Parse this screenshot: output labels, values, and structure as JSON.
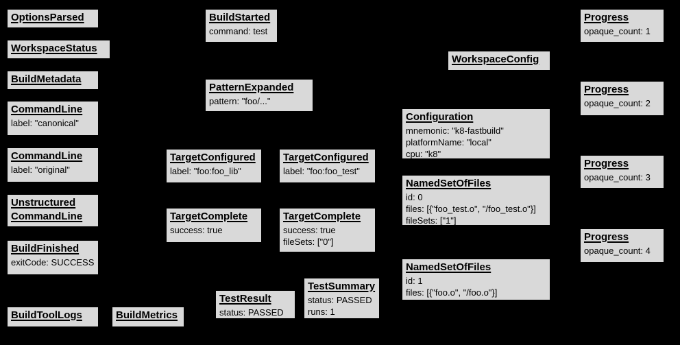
{
  "colors": {
    "page_background": "#000000",
    "box_fill": "#d9d9d9",
    "box_border": "#000000",
    "text": "#000000"
  },
  "nodes": [
    {
      "title": "OptionsParsed",
      "body": ""
    },
    {
      "title": "WorkspaceStatus",
      "body": ""
    },
    {
      "title": "BuildMetadata",
      "body": ""
    },
    {
      "title": "CommandLine",
      "body": "label: \"canonical\""
    },
    {
      "title": "CommandLine",
      "body": "label: \"original\""
    },
    {
      "title": "Unstructured\nCommandLine",
      "body": ""
    },
    {
      "title": "BuildFinished",
      "body": "exitCode: SUCCESS"
    },
    {
      "title": "BuildToolLogs",
      "body": ""
    },
    {
      "title": "BuildMetrics",
      "body": ""
    },
    {
      "title": "BuildStarted",
      "body": "command: test"
    },
    {
      "title": "PatternExpanded",
      "body": "pattern: \"foo/...\""
    },
    {
      "title": "TargetConfigured",
      "body": "label: \"foo:foo_lib\""
    },
    {
      "title": "TargetConfigured",
      "body": "label: \"foo:foo_test\""
    },
    {
      "title": "TargetComplete",
      "body": "success: true"
    },
    {
      "title": "TargetComplete",
      "body": "success: true\nfileSets: [\"0\"]"
    },
    {
      "title": "TestResult",
      "body": "status: PASSED"
    },
    {
      "title": "TestSummary",
      "body": "status: PASSED\nruns: 1"
    },
    {
      "title": "WorkspaceConfig",
      "body": ""
    },
    {
      "title": "Configuration",
      "body": "mnemonic: \"k8-fastbuild\"\nplatformName: \"local\"\ncpu: \"k8\""
    },
    {
      "title": "NamedSetOfFiles",
      "body": "id: 0\nfiles: [{\"foo_test.o\", \"/foo_test.o\"}]\nfileSets: [\"1\"]"
    },
    {
      "title": "NamedSetOfFiles",
      "body": "id: 1\nfiles: [{\"foo.o\", \"/foo.o\"}]"
    },
    {
      "title": "Progress",
      "body": "opaque_count: 1"
    },
    {
      "title": "Progress",
      "body": "opaque_count: 2"
    },
    {
      "title": "Progress",
      "body": "opaque_count: 3"
    },
    {
      "title": "Progress",
      "body": "opaque_count: 4"
    }
  ]
}
